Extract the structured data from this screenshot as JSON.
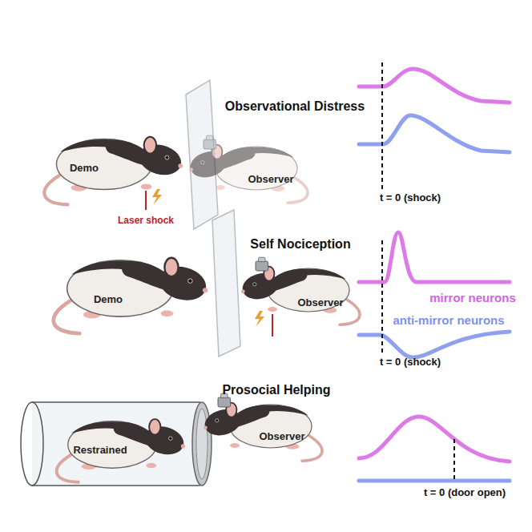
{
  "diagram": {
    "labels": [
      "Observational Distress",
      "Demo",
      "Laser shock",
      "Observer",
      "t = 0 (shock)",
      "Self Nociception",
      "Demo",
      "Observer",
      "mirror neurons",
      "anti-mirror neurons",
      "t = 0 (shock)",
      "Prosocial Helping",
      "Restrained",
      "Observer",
      "t = 0 (door open)"
    ]
  }
}
